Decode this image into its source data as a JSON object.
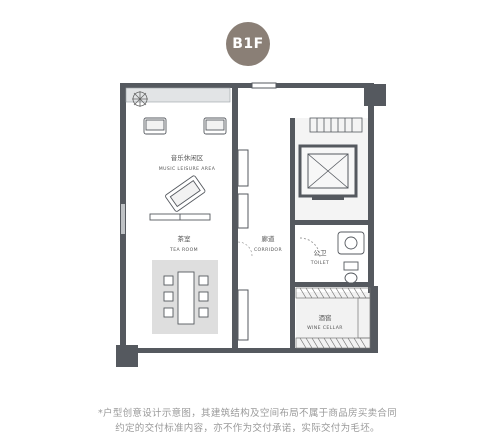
{
  "badge": {
    "label": "B1F"
  },
  "rooms": {
    "music": {
      "cn": "音乐休闲区",
      "en": "MUSIC LEISURE AREA"
    },
    "tea": {
      "cn": "茶室",
      "en": "TEA ROOM"
    },
    "corridor": {
      "cn": "廊道",
      "en": "CORRIDOR"
    },
    "toilet": {
      "cn": "公卫",
      "en": "TOILET"
    },
    "wine": {
      "cn": "酒窖",
      "en": "WINE CELLAR"
    }
  },
  "caption": {
    "line1": "*户型创意设计示意图，其建筑结构及空间布局不属于商品房买卖合同",
    "line2": "约定的交付标准内容，亦不作为交付承诺，实际交付为毛坯。"
  },
  "colors": {
    "wall": "#55595f",
    "floor_alt": "#f2f2f2",
    "rug": "#dedede",
    "badge": "#8a7f76"
  }
}
